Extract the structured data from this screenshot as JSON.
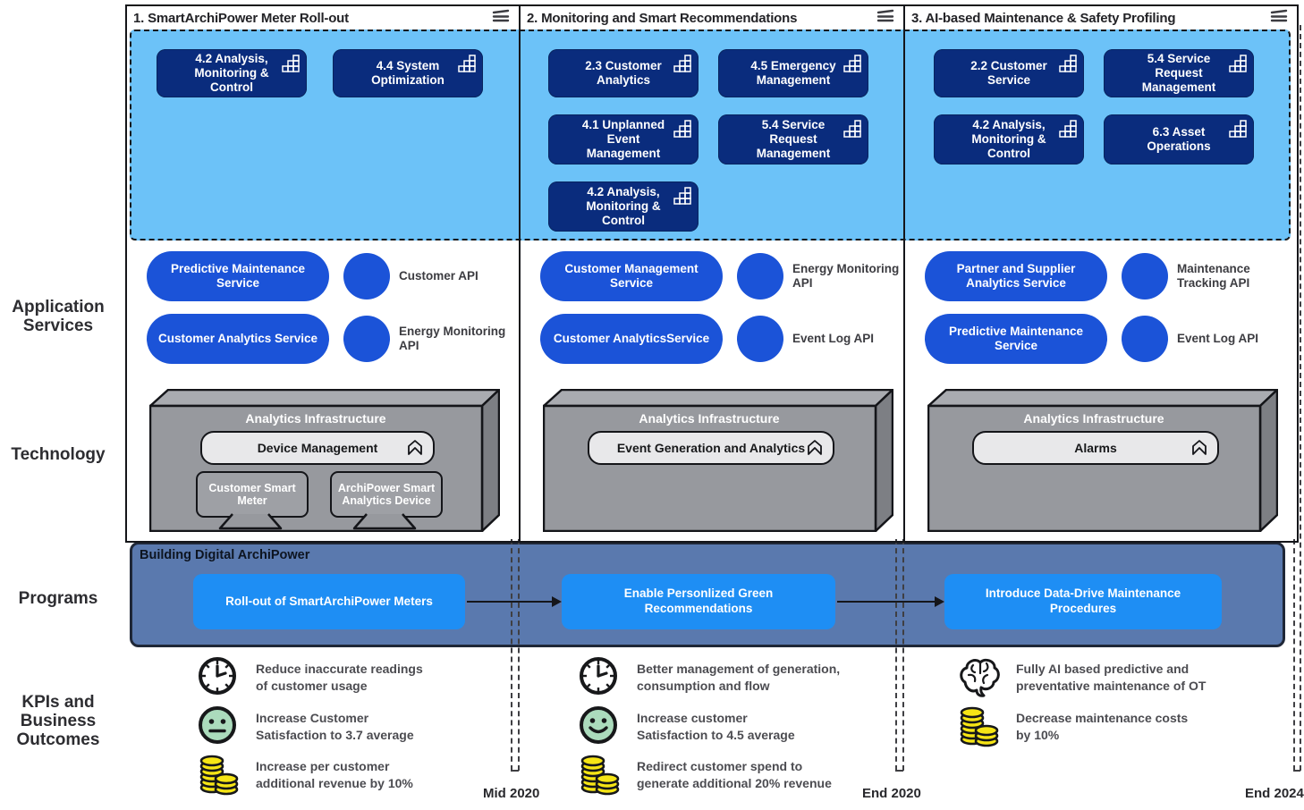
{
  "row_labels": {
    "application_services": "Application\nServices",
    "technology": "Technology",
    "programs": "Programs",
    "kpis": "KPIs and\nBusiness\nOutcomes"
  },
  "phases": [
    {
      "title": "1. SmartArchiPower Meter Roll-out",
      "capabilities": [
        {
          "label": "4.2 Analysis, Monitoring & Control"
        },
        {
          "label": "4.4 System Optimization"
        }
      ],
      "services": [
        {
          "label": "Predictive Maintenance Service"
        },
        {
          "label": "Customer Analytics Service"
        }
      ],
      "apis": [
        {
          "label": "Customer API"
        },
        {
          "label": "Energy Monitoring API"
        }
      ],
      "infrastructure": {
        "title": "Analytics Infrastructure",
        "component": "Device Management",
        "devices": [
          {
            "label": "Customer Smart Meter"
          },
          {
            "label": "ArchiPower Smart Analytics Device"
          }
        ]
      },
      "kpis": [
        {
          "icon": "clock-icon",
          "text": "Reduce inaccurate readings\nof customer usage"
        },
        {
          "icon": "neutral-face-icon",
          "text": "Increase Customer\nSatisfaction to 3.7 average"
        },
        {
          "icon": "coins-icon",
          "text": "Increase per customer\nadditional revenue by 10%"
        }
      ],
      "timeline_label": "Mid 2020"
    },
    {
      "title": "2. Monitoring and Smart Recommendations",
      "capabilities": [
        {
          "label": "2.3 Customer Analytics"
        },
        {
          "label": "4.5 Emergency Management"
        },
        {
          "label": "4.1 Unplanned Event Management"
        },
        {
          "label": "5.4 Service Request Management"
        },
        {
          "label": "4.2 Analysis, Monitoring & Control"
        }
      ],
      "services": [
        {
          "label": "Customer Management Service"
        },
        {
          "label": "Customer AnalyticsService"
        }
      ],
      "apis": [
        {
          "label": "Energy Monitoring API"
        },
        {
          "label": "Event Log API"
        }
      ],
      "infrastructure": {
        "title": "Analytics Infrastructure",
        "component": "Event Generation and Analytics",
        "devices": []
      },
      "kpis": [
        {
          "icon": "clock-icon",
          "text": "Better management of generation,\nconsumption and flow"
        },
        {
          "icon": "happy-face-icon",
          "text": "Increase customer\nSatisfaction to 4.5 average"
        },
        {
          "icon": "coins-icon",
          "text": "Redirect customer spend to\ngenerate additional 20% revenue"
        }
      ],
      "timeline_label": "End 2020"
    },
    {
      "title": "3. AI-based Maintenance & Safety Profiling",
      "capabilities": [
        {
          "label": "2.2 Customer Service"
        },
        {
          "label": "5.4 Service Request Management"
        },
        {
          "label": "4.2 Analysis, Monitoring & Control"
        },
        {
          "label": "6.3 Asset Operations"
        }
      ],
      "services": [
        {
          "label": "Partner and Supplier Analytics Service"
        },
        {
          "label": "Predictive Maintenance Service"
        }
      ],
      "apis": [
        {
          "label": "Maintenance Tracking API"
        },
        {
          "label": "Event Log API"
        }
      ],
      "infrastructure": {
        "title": "Analytics Infrastructure",
        "component": "Alarms",
        "devices": []
      },
      "kpis": [
        {
          "icon": "brain-icon",
          "text": "Fully AI based predictive and\npreventative maintenance of OT"
        },
        {
          "icon": "coins-icon",
          "text": "Decrease maintenance costs\nby 10%"
        }
      ],
      "timeline_label": "End 2024"
    }
  ],
  "programs_band": {
    "title": "Building Digital ArchiPower",
    "programs": [
      {
        "label": "Roll-out of SmartArchiPower Meters"
      },
      {
        "label": "Enable Personlized Green Recommendations"
      },
      {
        "label": "Introduce Data-Drive Maintenance Procedures"
      }
    ]
  },
  "colors": {
    "capability_navy": "#0A2C7D",
    "capability_strip_sky": "#6CC2F8",
    "service_blue": "#1B53D8",
    "program_blue": "#1E8EF4",
    "band_steel_blue": "#5A79AE",
    "infrastructure_gray": "#97999E",
    "kpi_face_green": "#ABDBBC",
    "kpi_coin_yellow": "#F6E515"
  }
}
